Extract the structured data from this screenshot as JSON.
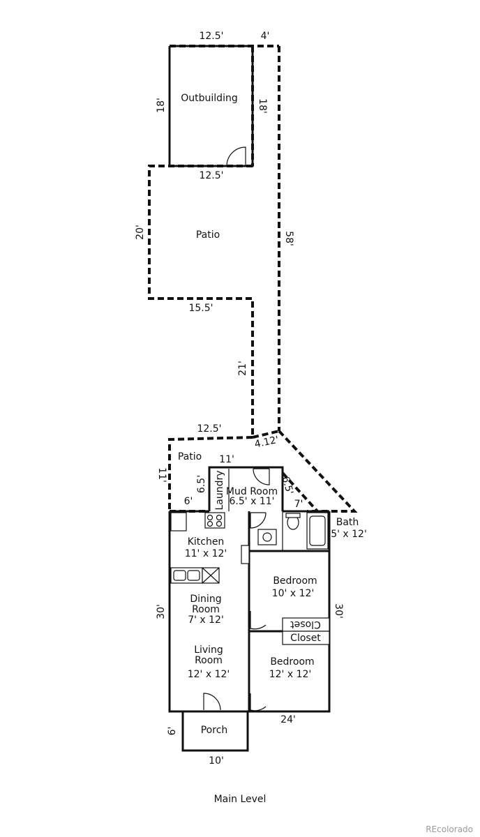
{
  "rooms": {
    "outbuilding": "Outbuilding",
    "patio_upper": "Patio",
    "patio_lower": "Patio",
    "laundry": "Laundry",
    "mud_room_name": "Mud Room",
    "mud_room_size": "6.5' x 11'",
    "bath_name": "Bath",
    "bath_size": "5' x 12'",
    "kitchen_name": "Kitchen",
    "kitchen_size": "11' x 12'",
    "dining_line1": "Dining",
    "dining_line2": "Room",
    "dining_size": "7' x 12'",
    "living_line1": "Living",
    "living_line2": "Room",
    "living_size": "12' x 12'",
    "bedroom1_name": "Bedroom",
    "bedroom1_size": "10' x 12'",
    "bedroom2_name": "Bedroom",
    "bedroom2_size": "12' x 12'",
    "closet_upper": "Closet",
    "closet_lower": "Closet",
    "porch": "Porch"
  },
  "dimensions": {
    "outbuilding_top": "12.5'",
    "path_top": "4'",
    "outbuilding_left": "18'",
    "path_upper": "18'",
    "outbuilding_bottom": "12.5'",
    "patio_left": "20'",
    "path_right": "58'",
    "patio_bottom": "15.5'",
    "path_lower": "21'",
    "lower_patio_top": "12.5'",
    "diagonal": "4.12'",
    "lower_patio_left": "11'",
    "mud_top": "11'",
    "laundry_side": "6.5'",
    "patio_bottom_short": "6'",
    "mud_right": "6.5'",
    "mud_bottom": "7'",
    "house_left": "30'",
    "house_right": "30'",
    "house_bottom": "24'",
    "porch_side": "6'",
    "porch_bottom": "10'"
  },
  "footer": {
    "level": "Main Level",
    "watermark": "REcolorado"
  }
}
